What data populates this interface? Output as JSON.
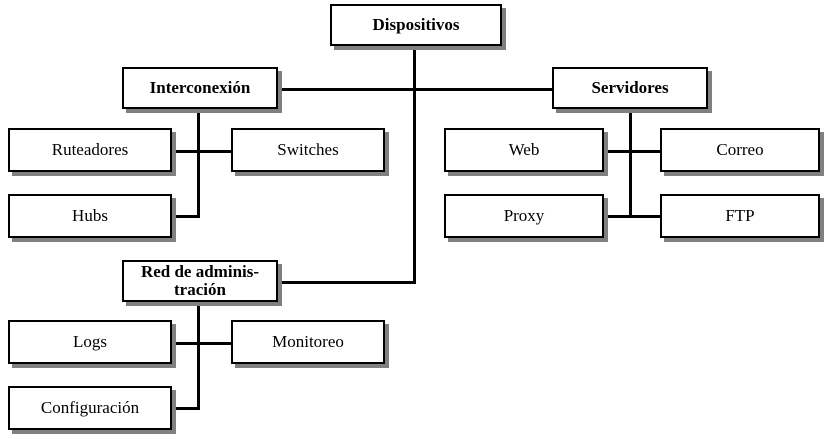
{
  "diagram": {
    "title": "Dispositivos",
    "type": "organizational-tree",
    "background_color": "#ffffff",
    "line_color": "#000000",
    "box_border_color": "#000000",
    "box_fill_color": "#ffffff",
    "shadow_color": "#808080",
    "nodes": {
      "root": {
        "label": "Dispositivos"
      },
      "interconexion": {
        "label": "Interconexión"
      },
      "servidores": {
        "label": "Servidores"
      },
      "red_admin": {
        "label": "Red de adminis-\ntración"
      },
      "ruteadores": {
        "label": "Ruteadores"
      },
      "switches": {
        "label": "Switches"
      },
      "hubs": {
        "label": "Hubs"
      },
      "web": {
        "label": "Web"
      },
      "correo": {
        "label": "Correo"
      },
      "proxy": {
        "label": "Proxy"
      },
      "ftp": {
        "label": "FTP"
      },
      "logs": {
        "label": "Logs"
      },
      "monitoreo": {
        "label": "Monitoreo"
      },
      "configuracion": {
        "label": "Configuración"
      }
    }
  }
}
